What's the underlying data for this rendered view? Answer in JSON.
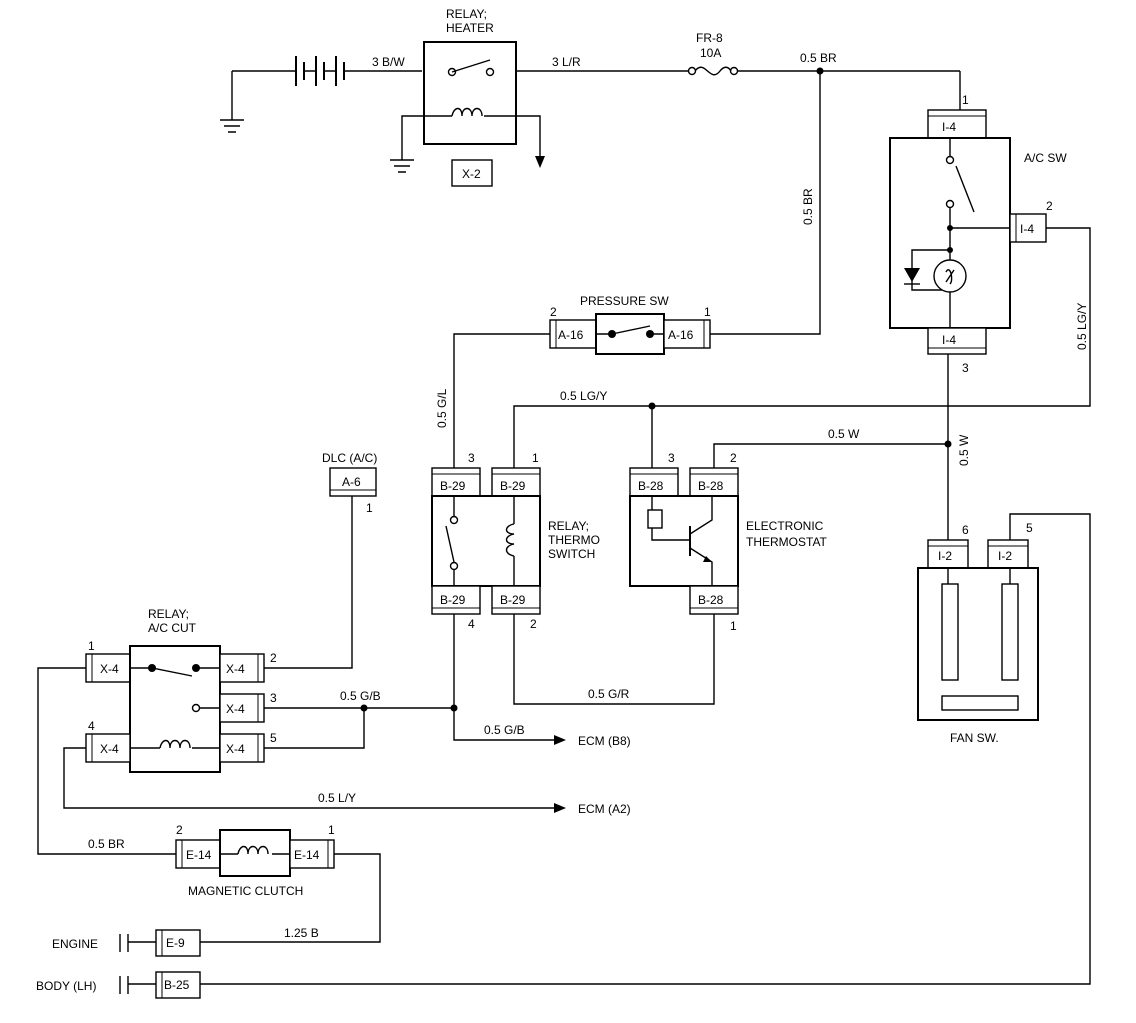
{
  "components": {
    "relay_heater": {
      "title": [
        "RELAY;",
        "HEATER"
      ],
      "connector": "X-2"
    },
    "fuse": {
      "name": "FR-8",
      "rating": "10A"
    },
    "ac_switch": {
      "title": "A/C SW",
      "connector": "I-4",
      "pins": {
        "top": "1",
        "right": "2",
        "bottom": "3"
      }
    },
    "pressure_switch": {
      "title": "PRESSURE SW",
      "connector": "A-16",
      "pins": {
        "left": "2",
        "right": "1"
      }
    },
    "dlc": {
      "title": "DLC (A/C)",
      "connector": "A-6",
      "pin": "1"
    },
    "relay_thermo": {
      "title": [
        "RELAY;",
        "THERMO",
        "SWITCH"
      ],
      "connector": "B-29",
      "pins": {
        "top_left": "3",
        "top_right": "1",
        "bottom_left": "4",
        "bottom_right": "2"
      }
    },
    "electronic_thermostat": {
      "title": [
        "ELECTRONIC",
        "THERMOSTAT"
      ],
      "connector": "B-28",
      "pins": {
        "top_left": "3",
        "top_right": "2",
        "bottom": "1"
      }
    },
    "fan_switch": {
      "title": "FAN SW.",
      "connector": "I-2",
      "pins": {
        "left": "6",
        "right": "5"
      }
    },
    "relay_ac_cut": {
      "title": [
        "RELAY;",
        "A/C CUT"
      ],
      "connector": "X-4",
      "pins": {
        "p1": "1",
        "p2": "2",
        "p3": "3",
        "p4": "4",
        "p5": "5"
      }
    },
    "magnetic_clutch": {
      "title": "MAGNETIC CLUTCH",
      "connector": "E-14",
      "pins": {
        "left": "2",
        "right": "1"
      }
    },
    "grounds": {
      "engine": {
        "label": "ENGINE",
        "connector": "E-9"
      },
      "body": {
        "label": "BODY (LH)",
        "connector": "B-25"
      }
    }
  },
  "wires": {
    "battery_out": "3 B/W",
    "relay_out": "3 L/R",
    "fuse_out": "0.5 BR",
    "br_vertical": "0.5 BR",
    "lg_y_vertical": "0.5 LG/Y",
    "g_l": "0.5 G/L",
    "lg_y_horizontal": "0.5 LG/Y",
    "w_horizontal": "0.5 W",
    "w_vertical": "0.5 W",
    "g_b_relay": "0.5 G/B",
    "g_r": "0.5 G/R",
    "g_b_ecm": "0.5 G/B",
    "l_y": "0.5 L/Y",
    "br_clutch": "0.5 BR",
    "ground_wire": "1.25 B"
  },
  "destinations": {
    "ecm_b8": "ECM (B8)",
    "ecm_a2": "ECM (A2)"
  }
}
